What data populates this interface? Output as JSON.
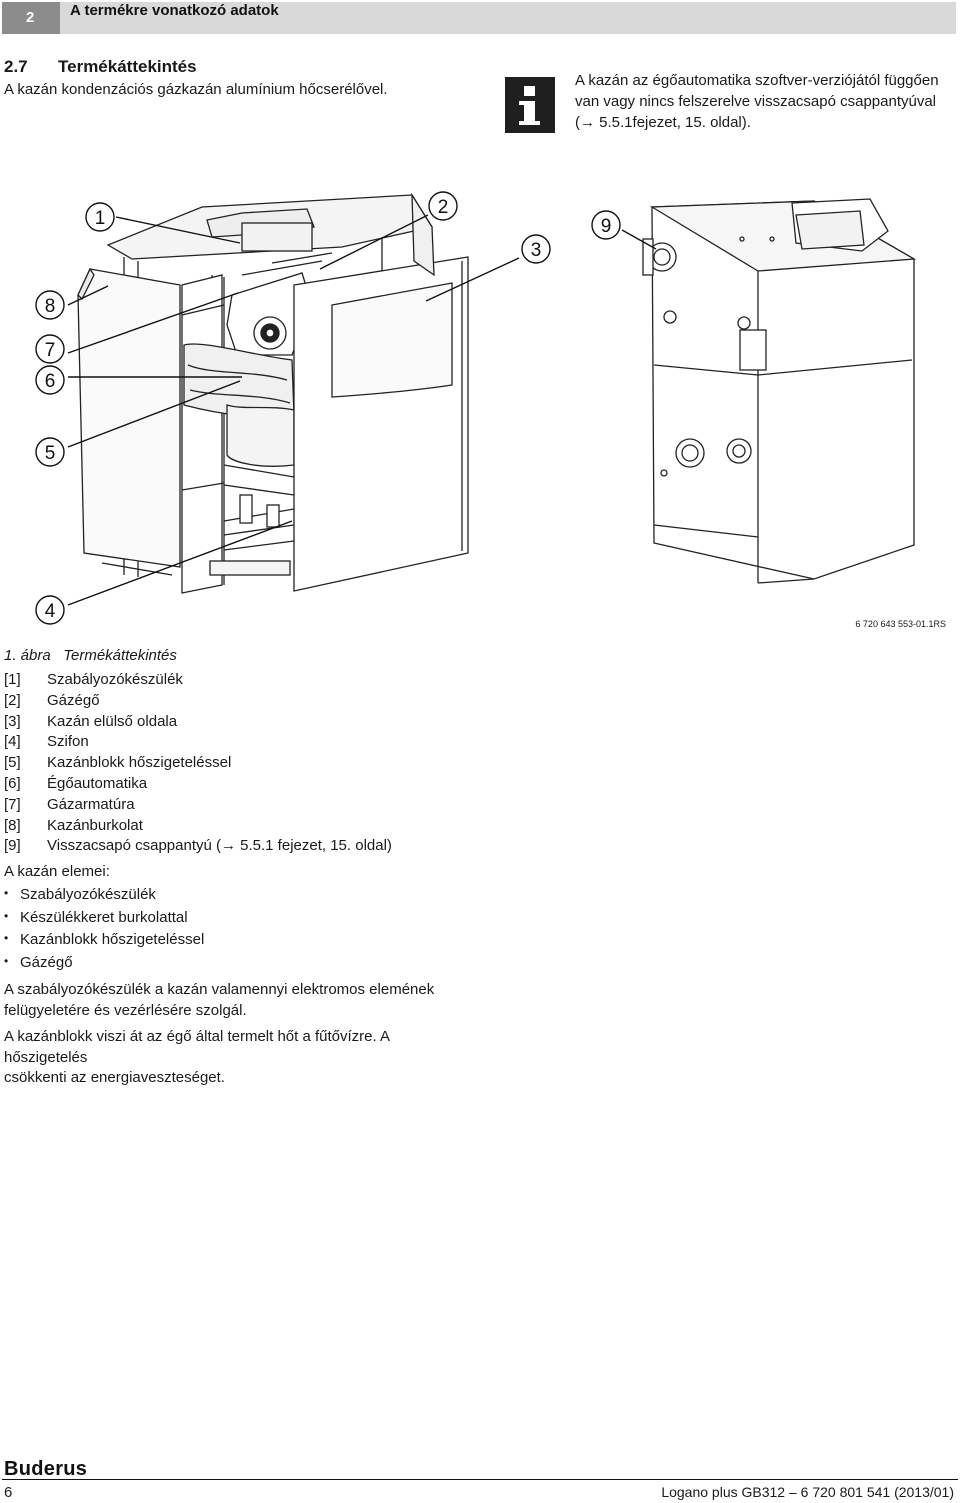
{
  "header": {
    "chapter_number": "2",
    "chapter_title": "A termékre vonatkozó adatok"
  },
  "section": {
    "number": "2.7",
    "title": "Termékáttekintés",
    "intro": "A kazán kondenzációs gázkazán alumínium hőcserélővel."
  },
  "info_note": {
    "icon": "info-icon",
    "line1": "A kazán az égőautomatika szoftver-verziójától függően",
    "line2": "van vagy nincs felszerelve visszacsapó csappantyúval",
    "line3": "(→ 5.5.1fejezet, 15. oldal)."
  },
  "figure": {
    "callouts": [
      "1",
      "2",
      "3",
      "4",
      "5",
      "6",
      "7",
      "8",
      "9"
    ],
    "code": "6 720 643 553-01.1RS",
    "caption_label": "1. ábra",
    "caption_title": "Termékáttekintés"
  },
  "legend": [
    {
      "num": "[1]",
      "text": "Szabályozókészülék"
    },
    {
      "num": "[2]",
      "text": "Gázégő"
    },
    {
      "num": "[3]",
      "text": "Kazán elülső oldala"
    },
    {
      "num": "[4]",
      "text": "Szifon"
    },
    {
      "num": "[5]",
      "text": "Kazánblokk hőszigeteléssel"
    },
    {
      "num": "[6]",
      "text": "Égőautomatika"
    },
    {
      "num": "[7]",
      "text": "Gázarmatúra"
    },
    {
      "num": "[8]",
      "text": "Kazánburkolat"
    },
    {
      "num": "[9]",
      "text": "Visszacsapó csappantyú (→ 5.5.1 fejezet, 15. oldal)"
    }
  ],
  "elements_intro": "A kazán elemei:",
  "elements": [
    "Szabályozókészülék",
    "Készülékkeret burkolattal",
    "Kazánblokk hőszigeteléssel",
    "Gázégő"
  ],
  "paragraph1_line1": "A szabályozókészülék a kazán valamennyi elektromos elemének",
  "paragraph1_line2": "felügyeletére és vezérlésére szolgál.",
  "paragraph2_line1": "A kazánblokk viszi át az égő által termelt hőt a fűtővízre. A hőszigetelés",
  "paragraph2_line2": "csökkenti az energiaveszteséget.",
  "footer": {
    "brand": "Buderus",
    "page": "6",
    "doc": "Logano plus GB312 – 6 720 801 541 (2013/01)"
  }
}
